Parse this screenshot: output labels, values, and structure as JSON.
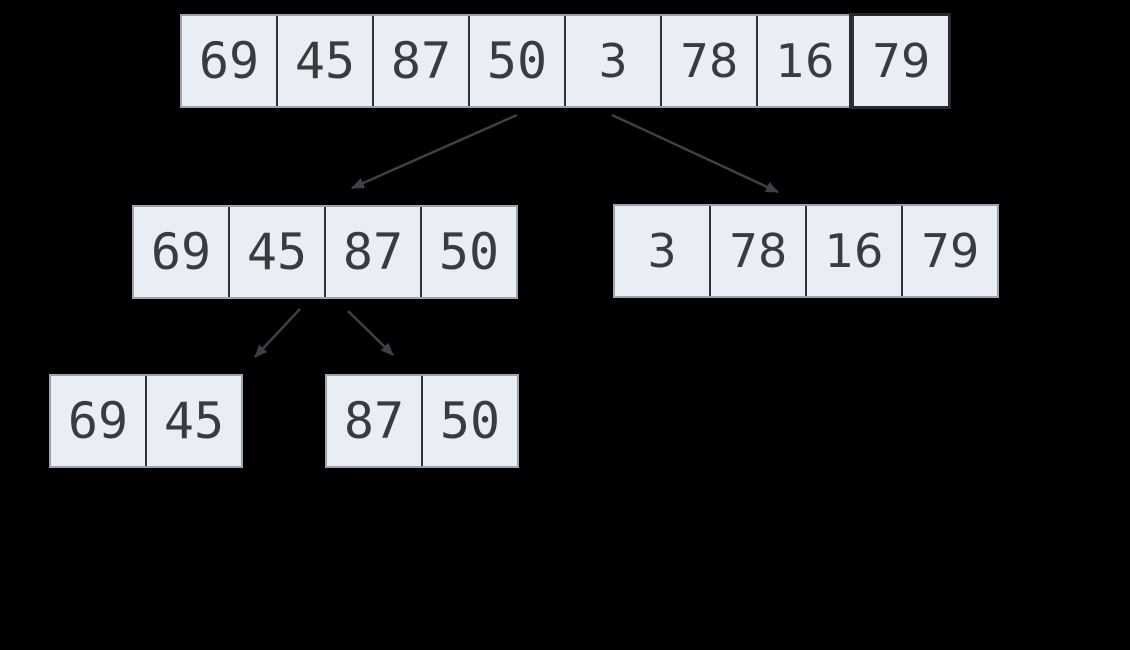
{
  "diagram": {
    "kind": "merge-sort-split-tree",
    "colors": {
      "background": "#000000",
      "cell_fill": "#e8eef4",
      "cell_text": "#383c40",
      "cell_divider": "#2e3338",
      "array_outline": "#9aa4ad",
      "highlight_border": "#262b30",
      "arrow": "#3c4147"
    },
    "levels": [
      {
        "name": "full-array",
        "cells": [
          {
            "value": "69",
            "font": "mono",
            "highlighted": false
          },
          {
            "value": "45",
            "font": "mono",
            "highlighted": false
          },
          {
            "value": "87",
            "font": "mono",
            "highlighted": false
          },
          {
            "value": "50",
            "font": "mono",
            "highlighted": false
          },
          {
            "value": "3",
            "font": "sans",
            "highlighted": false
          },
          {
            "value": "78",
            "font": "sans",
            "highlighted": false
          },
          {
            "value": "16",
            "font": "sans",
            "highlighted": false
          },
          {
            "value": "79",
            "font": "sans",
            "highlighted": true
          }
        ]
      },
      {
        "name": "left-half",
        "cells": [
          {
            "value": "69",
            "font": "mono",
            "highlighted": false
          },
          {
            "value": "45",
            "font": "mono",
            "highlighted": false
          },
          {
            "value": "87",
            "font": "mono",
            "highlighted": false
          },
          {
            "value": "50",
            "font": "mono",
            "highlighted": false
          }
        ]
      },
      {
        "name": "right-half",
        "cells": [
          {
            "value": "3",
            "font": "sans",
            "highlighted": false
          },
          {
            "value": "78",
            "font": "sans",
            "highlighted": false
          },
          {
            "value": "16",
            "font": "sans",
            "highlighted": false
          },
          {
            "value": "79",
            "font": "sans",
            "highlighted": false
          }
        ]
      },
      {
        "name": "left-quarter-first",
        "cells": [
          {
            "value": "69",
            "font": "mono",
            "highlighted": false
          },
          {
            "value": "45",
            "font": "mono",
            "highlighted": false
          }
        ]
      },
      {
        "name": "left-quarter-second",
        "cells": [
          {
            "value": "87",
            "font": "mono",
            "highlighted": false
          },
          {
            "value": "50",
            "font": "mono",
            "highlighted": false
          }
        ]
      }
    ]
  }
}
